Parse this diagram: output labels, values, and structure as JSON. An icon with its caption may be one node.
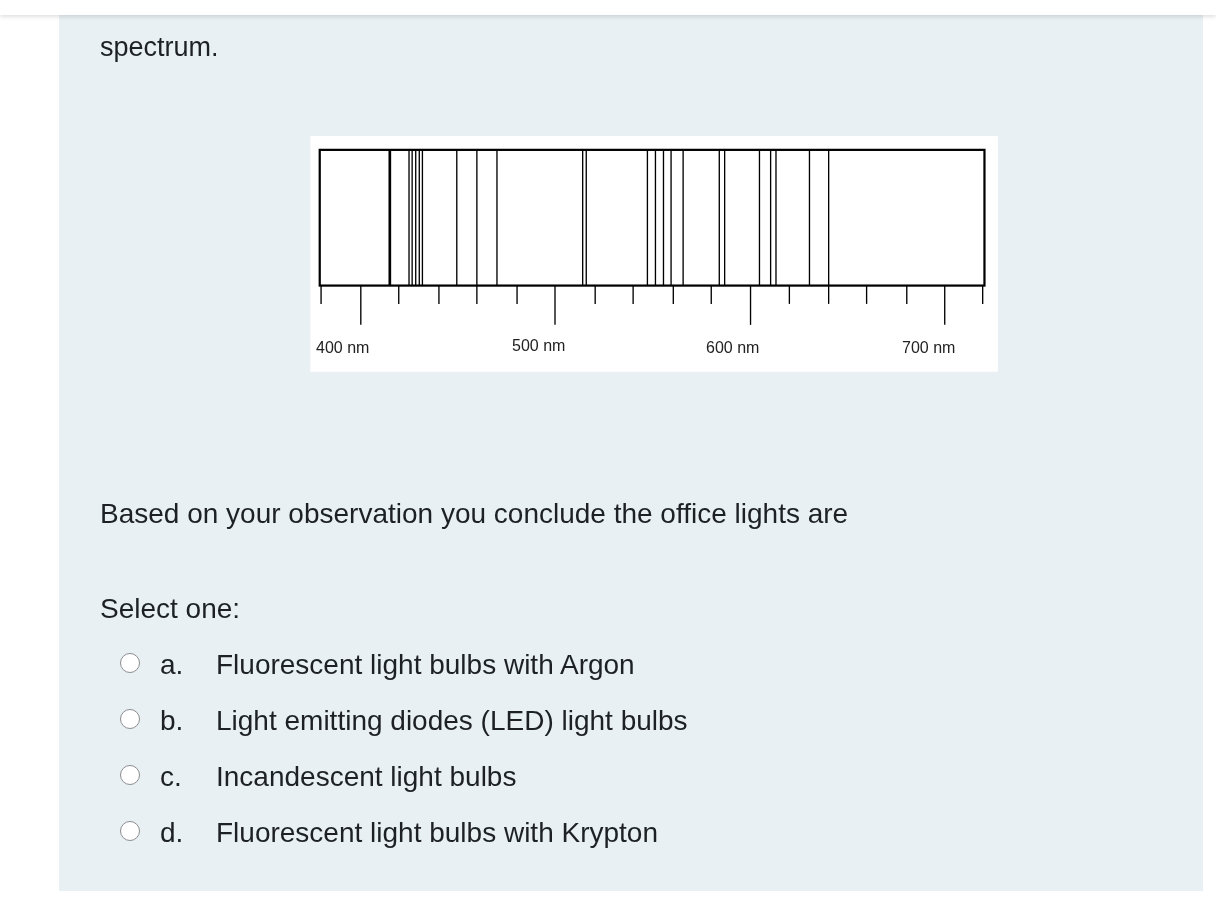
{
  "diagram": {
    "labels": [
      "spectrum.",
      "400 nm",
      "500 nm",
      "600 nm",
      "700 nm",
      "Based on your observation you conclude the office lights are",
      "Select one:",
      "a.",
      "Fluorescent light bulbs with Argon",
      "b.",
      "Light emitting diodes (LED) light bulbs",
      "c.",
      "Incandescent light bulbs",
      "d.",
      "Fluorescent light bulbs with Krypton"
    ]
  }
}
